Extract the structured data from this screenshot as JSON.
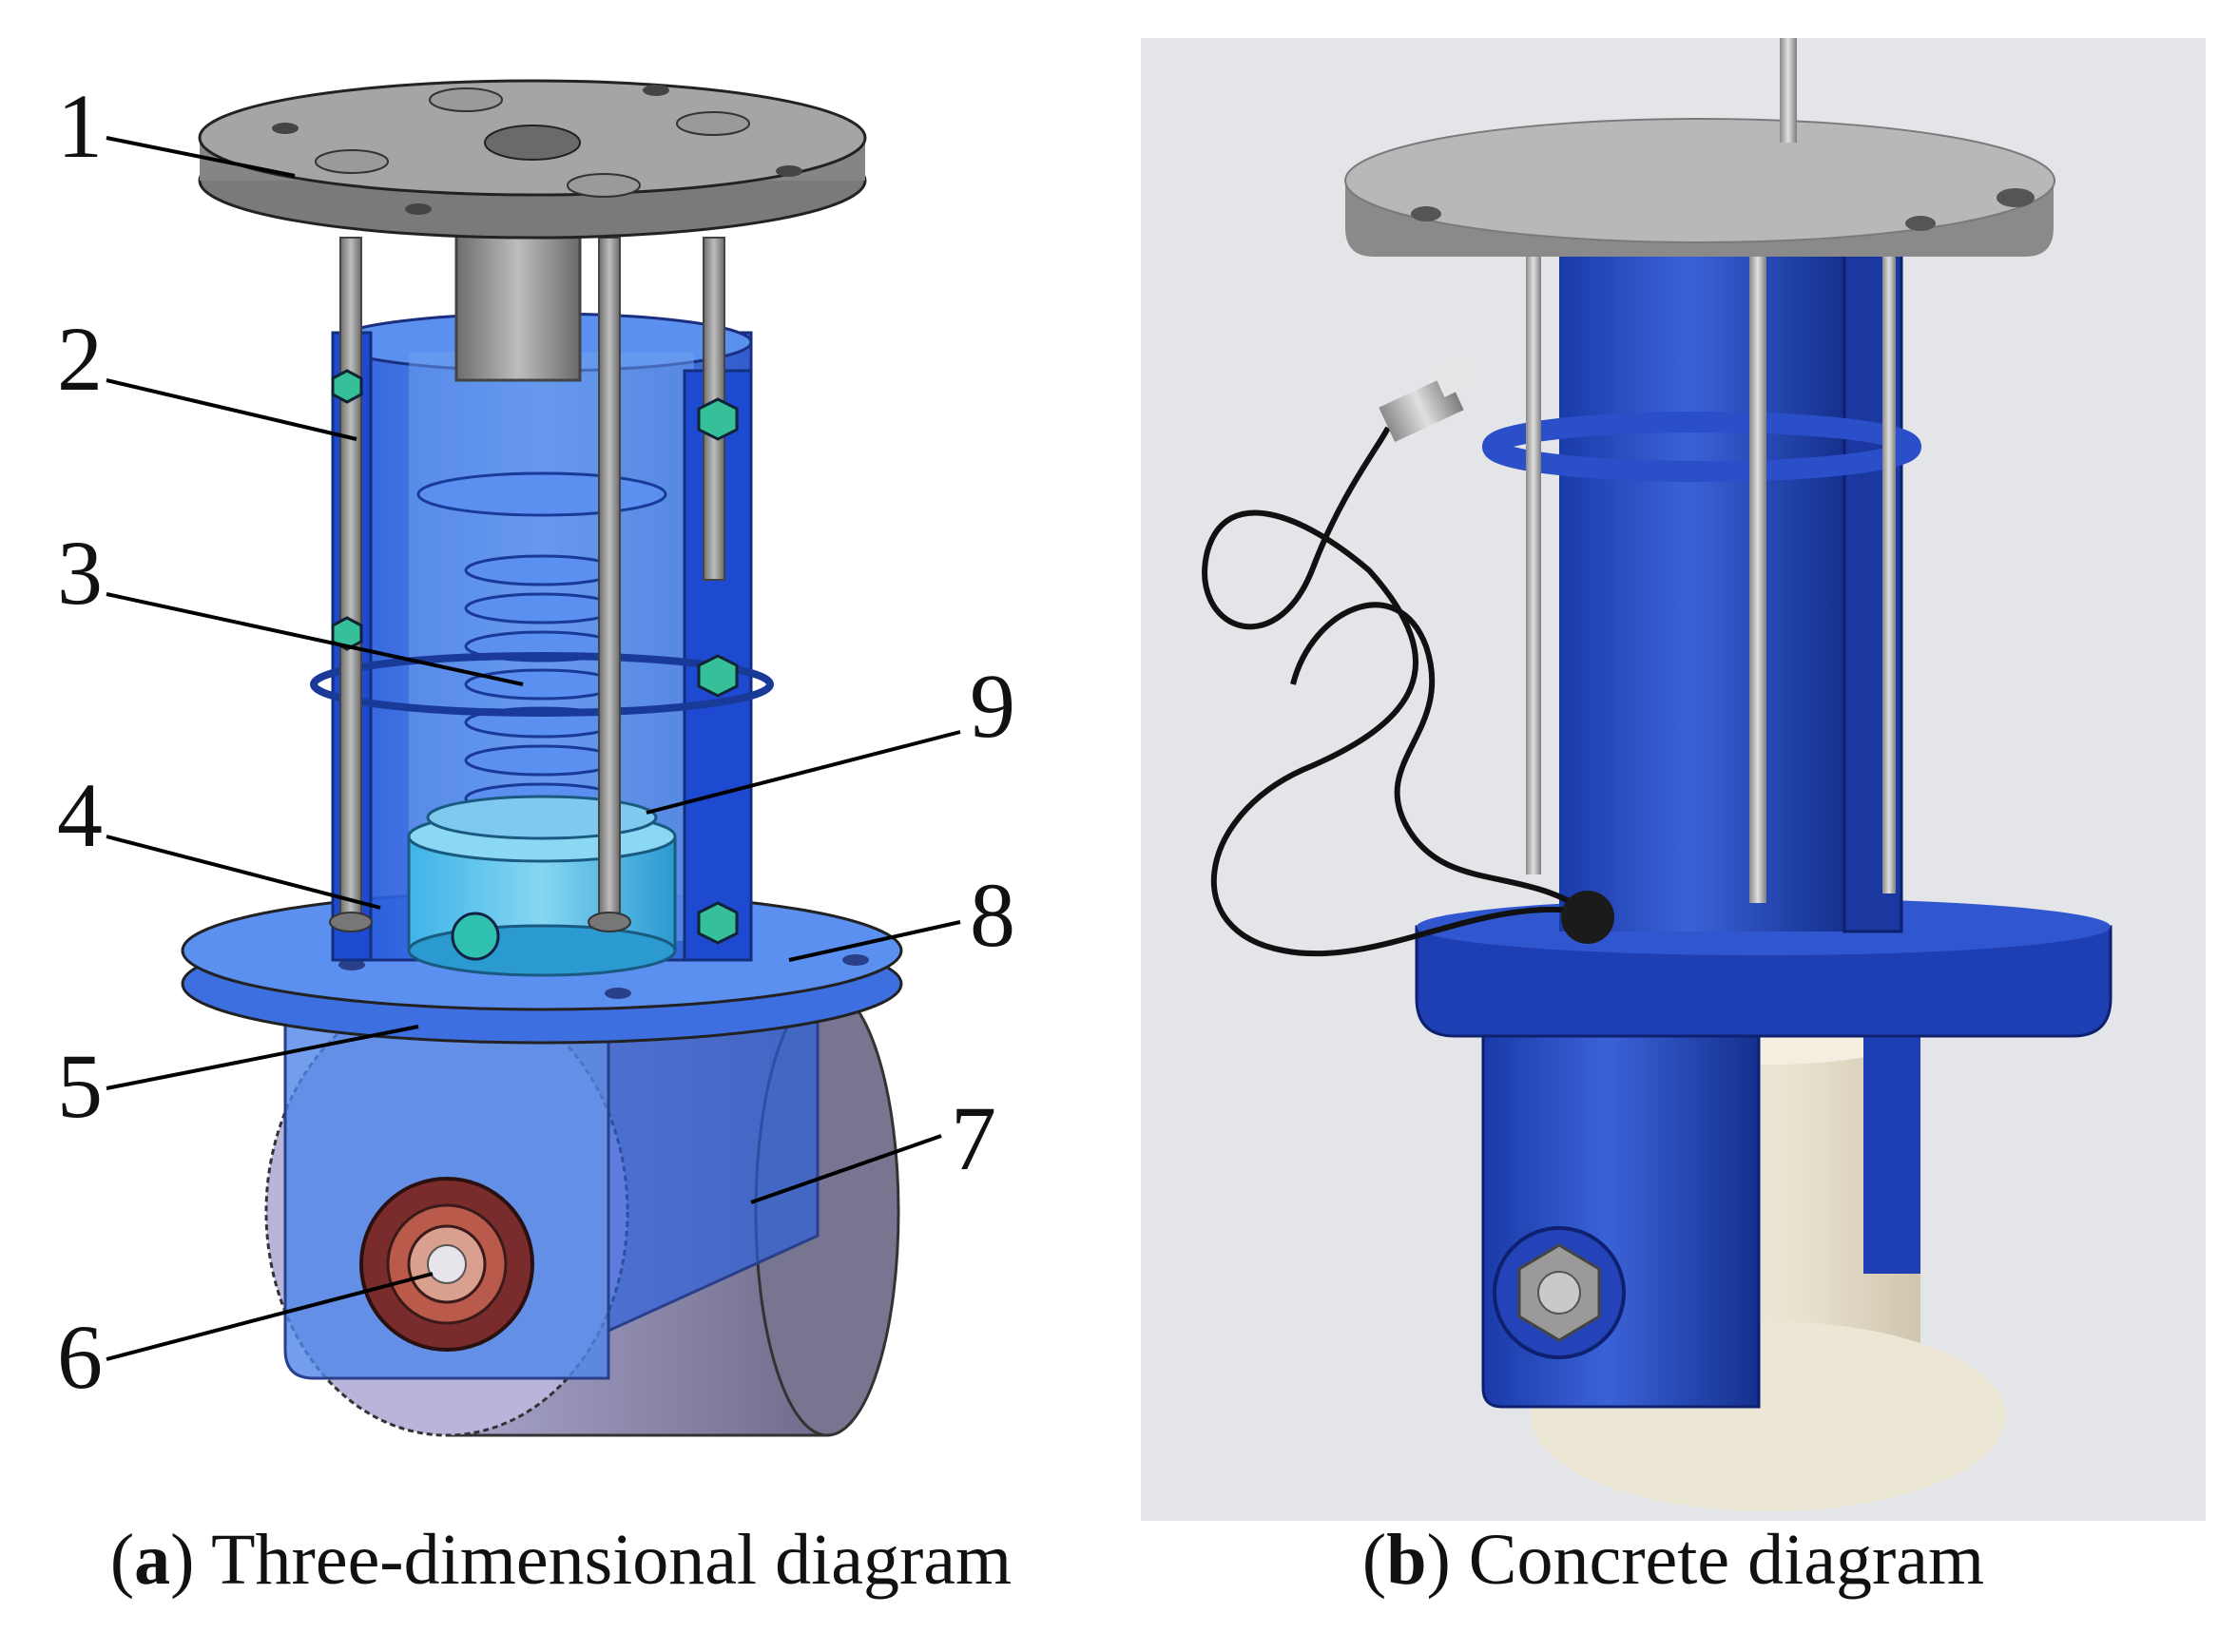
{
  "figure": {
    "panel_a": {
      "callouts": [
        "1",
        "2",
        "3",
        "4",
        "5",
        "6",
        "7",
        "8",
        "9"
      ],
      "caption": {
        "letter": "a",
        "text": "Three-dimensional diagram"
      }
    },
    "panel_b": {
      "caption": {
        "letter": "b",
        "text": "Concrete diagram"
      }
    }
  },
  "colors": {
    "body_blue": "#2a5fe0",
    "body_blue_transparent": "#4f86e8",
    "plate_gray": "#8c8c8c",
    "roller_lavender": "#b8b4d8",
    "photo_blue": "#1e3fb4",
    "photo_roller": "#efeadf",
    "photo_background": "#e4e5e9"
  }
}
